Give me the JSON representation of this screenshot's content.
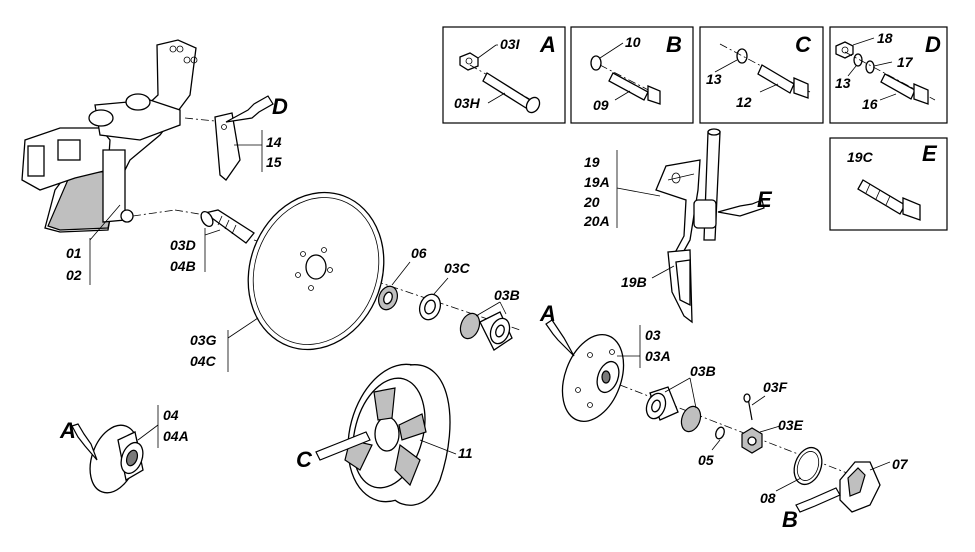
{
  "labels": {
    "p01": "01",
    "p02": "02",
    "p03d": "03D",
    "p04b": "04B",
    "p14": "14",
    "p15": "15",
    "p03g": "03G",
    "p04c": "04C",
    "p06": "06",
    "p03c": "03C",
    "p03b_top": "03B",
    "p03": "03",
    "p03a": "03A",
    "p03b_low": "03B",
    "p03f": "03F",
    "p03e": "03E",
    "p05": "05",
    "p08": "08",
    "p07": "07",
    "p11": "11",
    "p04": "04",
    "p04a": "04A",
    "p19": "19",
    "p19a": "19A",
    "p20": "20",
    "p20a": "20A",
    "p19b": "19B",
    "p03i": "03I",
    "p03h": "03H",
    "p10": "10",
    "p09": "09",
    "p13c": "13",
    "p12": "12",
    "p18": "18",
    "p17": "17",
    "p13d": "13",
    "p16": "16",
    "p19c": "19C"
  },
  "callouts": {
    "A_main": "A",
    "A_hub": "A",
    "B_cap": "B",
    "C_wheel": "C",
    "D_bracket": "D",
    "E_shaft": "E"
  },
  "detail_boxes": {
    "A": "A",
    "B": "B",
    "C": "C",
    "D": "D",
    "E": "E"
  }
}
